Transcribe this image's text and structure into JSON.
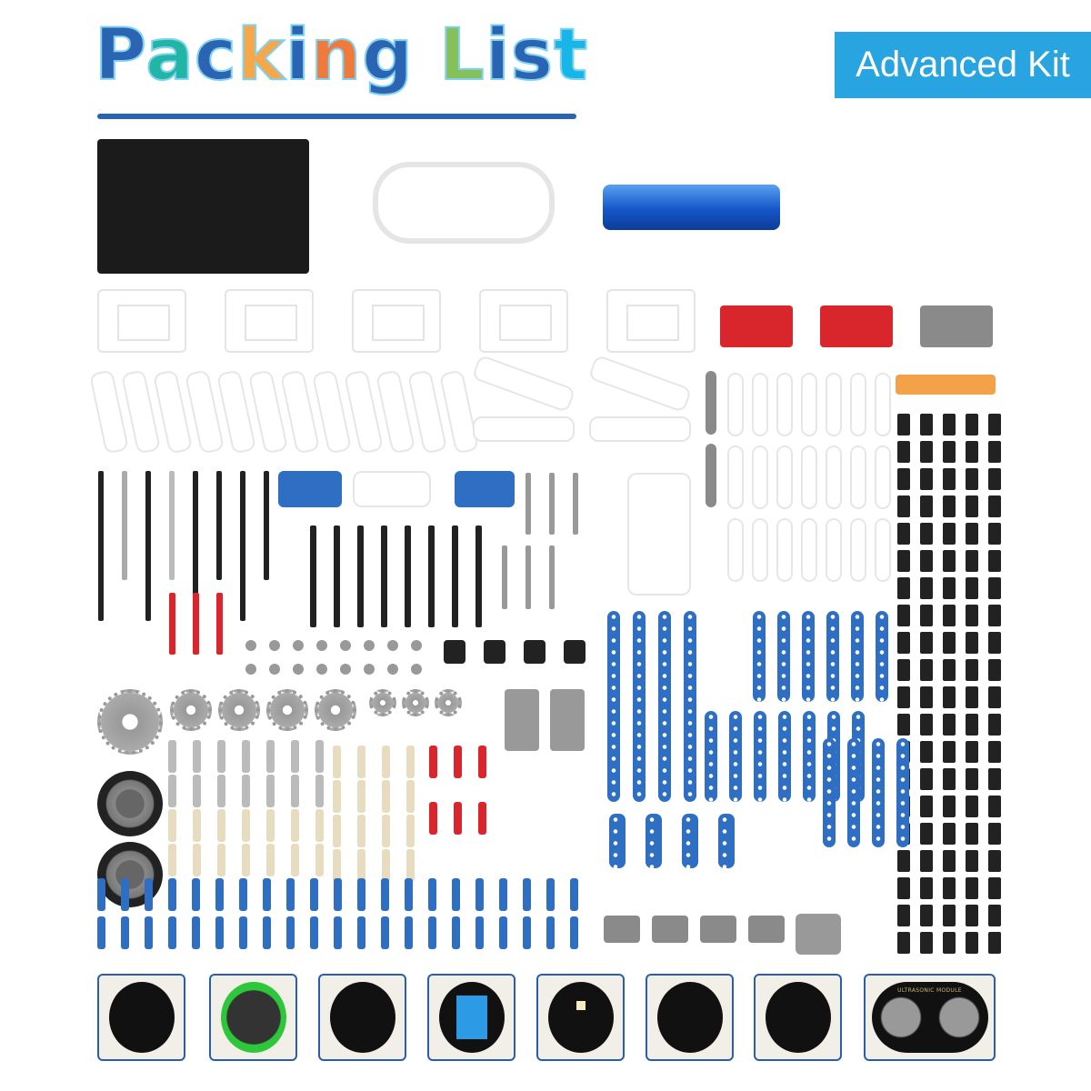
{
  "header": {
    "title_letters": [
      "P",
      "a",
      "c",
      "k",
      "i",
      "n",
      "g",
      " ",
      "L",
      "i",
      "s",
      "t"
    ],
    "title_colors": [
      "#2c64b4",
      "#20b5a4",
      "#2c64b4",
      "#f5a74a",
      "#2c64b4",
      "#f07a3c",
      "#2c64b4",
      "#ffffff",
      "#86c05a",
      "#2c64b4",
      "#2c64b4",
      "#18b6e8"
    ],
    "badge": "Advanced Kit"
  },
  "colors": {
    "accent": "#28a4e0",
    "underline": "#2a63b0",
    "beam_blue": "#2e6fc4",
    "servo_red": "#d8262c",
    "servo_gray": "#8a8a8a"
  },
  "parts": {
    "top_row": [
      "expansion-board",
      "usb-cable",
      "battery"
    ],
    "servos": [
      "red",
      "red",
      "gray"
    ],
    "sensor_modules": [
      "rotary-potentiometer-module",
      "button-module",
      "sound-module",
      "temperature-humidity-module",
      "led-module",
      "ir-receiver-module",
      "rgb-led-module",
      "ultrasonic-module"
    ],
    "ultrasonic_label": "ULTRASONIC MODULE"
  }
}
